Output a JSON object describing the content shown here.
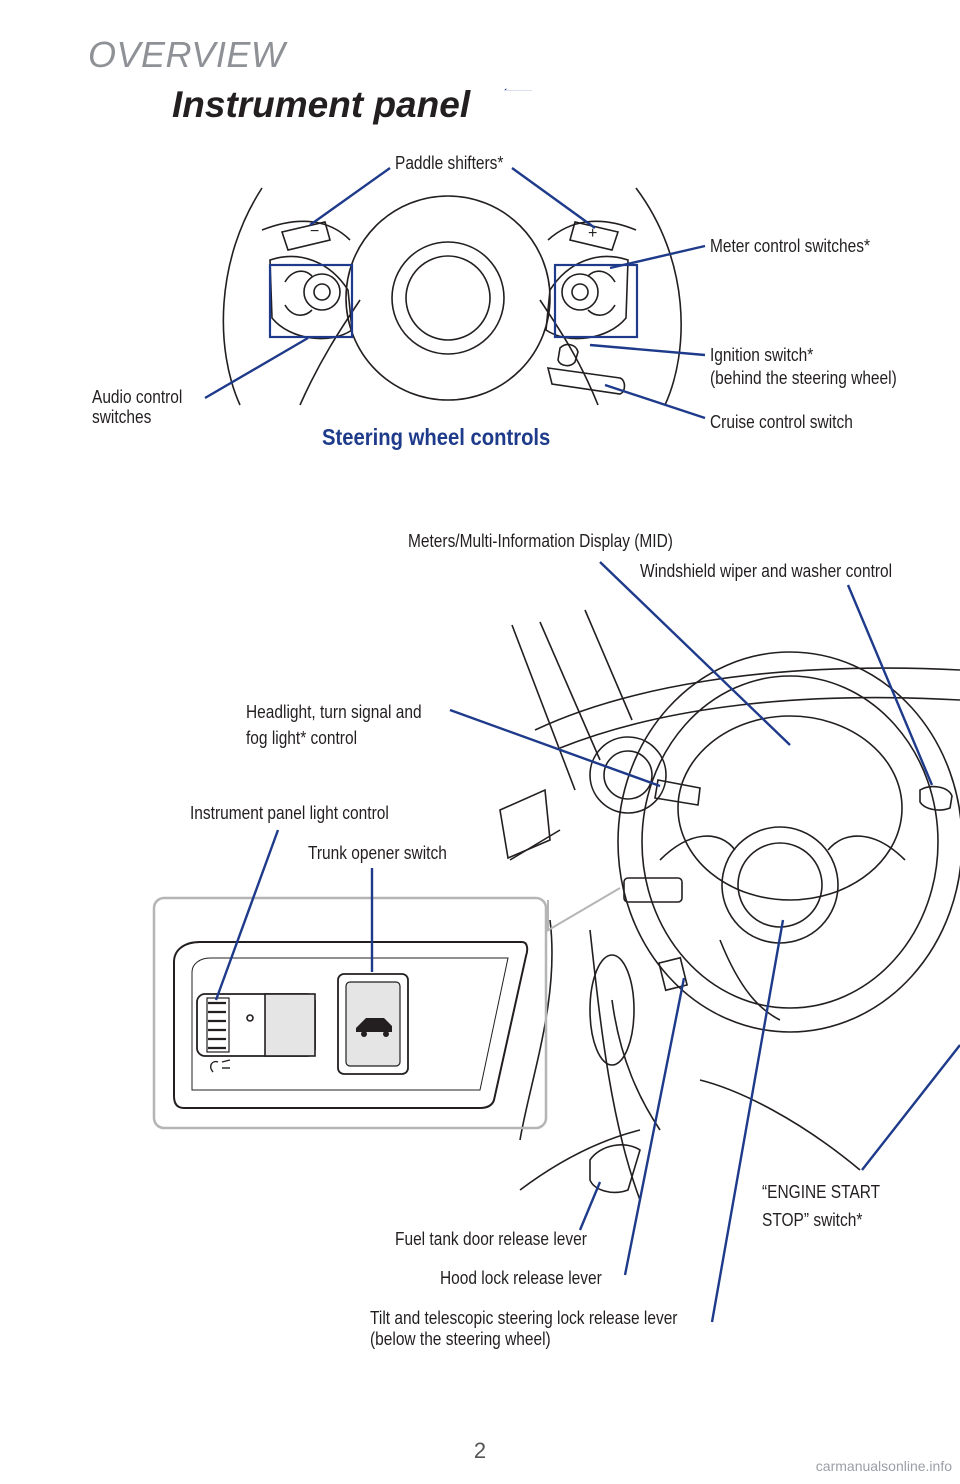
{
  "header": {
    "section": "OVERVIEW",
    "title": "Instrument panel",
    "accent_color": "#1e3a8a",
    "text_color": "#8e9196"
  },
  "steering_wheel": {
    "caption": "Steering wheel controls",
    "labels": {
      "paddle_shifters": "Paddle shifters*",
      "meter_control": "Meter control switches*",
      "ignition_line1": "Ignition switch*",
      "ignition_line2": "(behind the steering wheel)",
      "cruise_control": "Cruise control switch",
      "audio_line1": "Audio control",
      "audio_line2": "switches"
    }
  },
  "dashboard": {
    "labels": {
      "meters_mid": "Meters/Multi-Information Display (MID)",
      "wiper": "Windshield wiper and washer control",
      "headlight_line1": "Headlight, turn signal and",
      "headlight_line2": "fog light* control",
      "panel_light": "Instrument panel light control",
      "trunk_opener": "Trunk opener switch",
      "engine_start_line1": "“ENGINE START",
      "engine_start_line2": "STOP” switch*",
      "fuel_door": "Fuel tank door release lever",
      "hood_lock": "Hood lock release lever",
      "tilt_line1": "Tilt and telescopic steering lock release lever",
      "tilt_line2": "(below the steering wheel)"
    }
  },
  "footer": {
    "page_number": "2",
    "watermark": "carmanualsonline.info"
  }
}
